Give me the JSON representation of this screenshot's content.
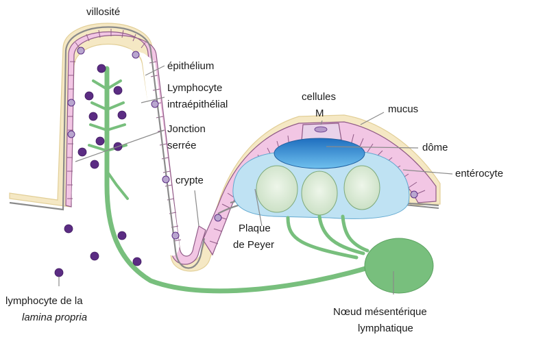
{
  "labels": {
    "villosite": "villosité",
    "epithelium": "épithélium",
    "lympho_intra_1": "Lymphocyte",
    "lympho_intra_2": "intraépithélial",
    "jonction_1": "Jonction",
    "jonction_2": "serrée",
    "cellules_m_1": "cellules",
    "cellules_m_2": "M",
    "mucus": "mucus",
    "dome": "dôme",
    "enterocyte": "entérocyte",
    "crypte": "crypte",
    "plaque_1": "Plaque",
    "plaque_2": "de Peyer",
    "lamina_1": "lymphocyte de la",
    "lamina_2": "lamina propria",
    "noeud_1": "Nœud mésentérique",
    "noeud_2": "lymphatique"
  },
  "colors": {
    "mucus_layer": "#f5e8c4",
    "cell_fill": "#f2c6e4",
    "cell_stroke": "#8f5a86",
    "basement": "#8a8a8a",
    "lymphatic": "#78bf7d",
    "lymphocyte": "#5b2c83",
    "dome": "#2a7fc8",
    "follicle_zone": "#bfe2f3",
    "germinal_center": "#dcecd8"
  }
}
